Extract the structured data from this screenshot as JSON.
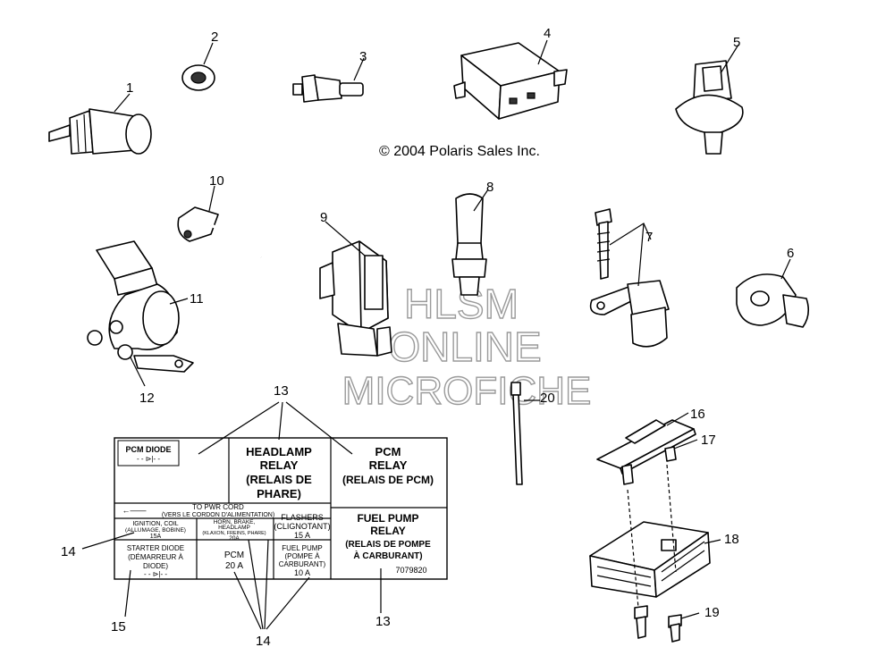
{
  "copyright": "© 2004 Polaris Sales Inc.",
  "watermark": {
    "line1": "HLSM",
    "line2": "ONLINE",
    "line3": "MICROFICHE"
  },
  "callouts": {
    "c1": "1",
    "c2": "2",
    "c3": "3",
    "c4": "4",
    "c5": "5",
    "c6": "6",
    "c7": "7",
    "c8": "8",
    "c9": "9",
    "c10": "10",
    "c11": "11",
    "c12": "12",
    "c13a": "13",
    "c13b": "13",
    "c14a": "14",
    "c14b": "14",
    "c15": "15",
    "c16": "16",
    "c17": "17",
    "c18": "18",
    "c19": "19",
    "c20": "20"
  },
  "label": {
    "pcm_diode": "PCM DIODE",
    "headlamp_relay": [
      "HEADLAMP",
      "RELAY",
      "(RELAIS DE",
      "PHARE)"
    ],
    "pcm_relay": [
      "PCM",
      "RELAY",
      "(RELAIS DE PCM)"
    ],
    "to_pwr_cord": [
      "TO PWR CORD",
      "(VERS LE CORDON D'ALIMENTATION)"
    ],
    "ignition": [
      "IGNITION, COIL",
      "(ALLUMAGE, BOBINE)",
      "15A"
    ],
    "horn": [
      "HORN, BRAKE,",
      "HEADLAMP",
      "(KLAXON, FREINS, PHARE)",
      "20A"
    ],
    "flashers": [
      "FLASHERS",
      "(CLIGNOTANT)",
      "15 A"
    ],
    "fuel_pump_relay": [
      "FUEL PUMP",
      "RELAY",
      "(RELAIS DE POMPE",
      "À CARBURANT)"
    ],
    "starter_diode": [
      "STARTER DIODE",
      "(DÉMARREUR À",
      "DIODE)"
    ],
    "pcm_fuse": [
      "PCM",
      "20 A"
    ],
    "fuel_pump_fuse": [
      "FUEL PUMP",
      "(POMPE À",
      "CARBURANT)",
      "10 A"
    ],
    "part_number": "7079820"
  }
}
